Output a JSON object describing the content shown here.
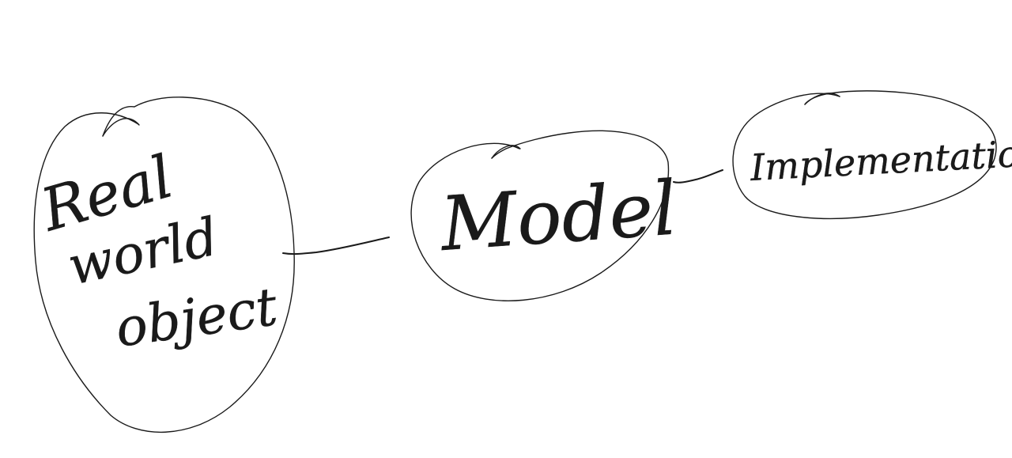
{
  "diagram": {
    "nodes": [
      {
        "id": "real-world-object",
        "lines": [
          "Real",
          "world",
          "object"
        ]
      },
      {
        "id": "model",
        "lines": [
          "Model"
        ]
      },
      {
        "id": "implementation",
        "lines": [
          "Implementation"
        ]
      }
    ],
    "edges": [
      {
        "from": "real-world-object",
        "to": "model"
      },
      {
        "from": "model",
        "to": "implementation"
      }
    ],
    "ink_color": "#1a1a1a",
    "background_color": "#ffffff"
  }
}
